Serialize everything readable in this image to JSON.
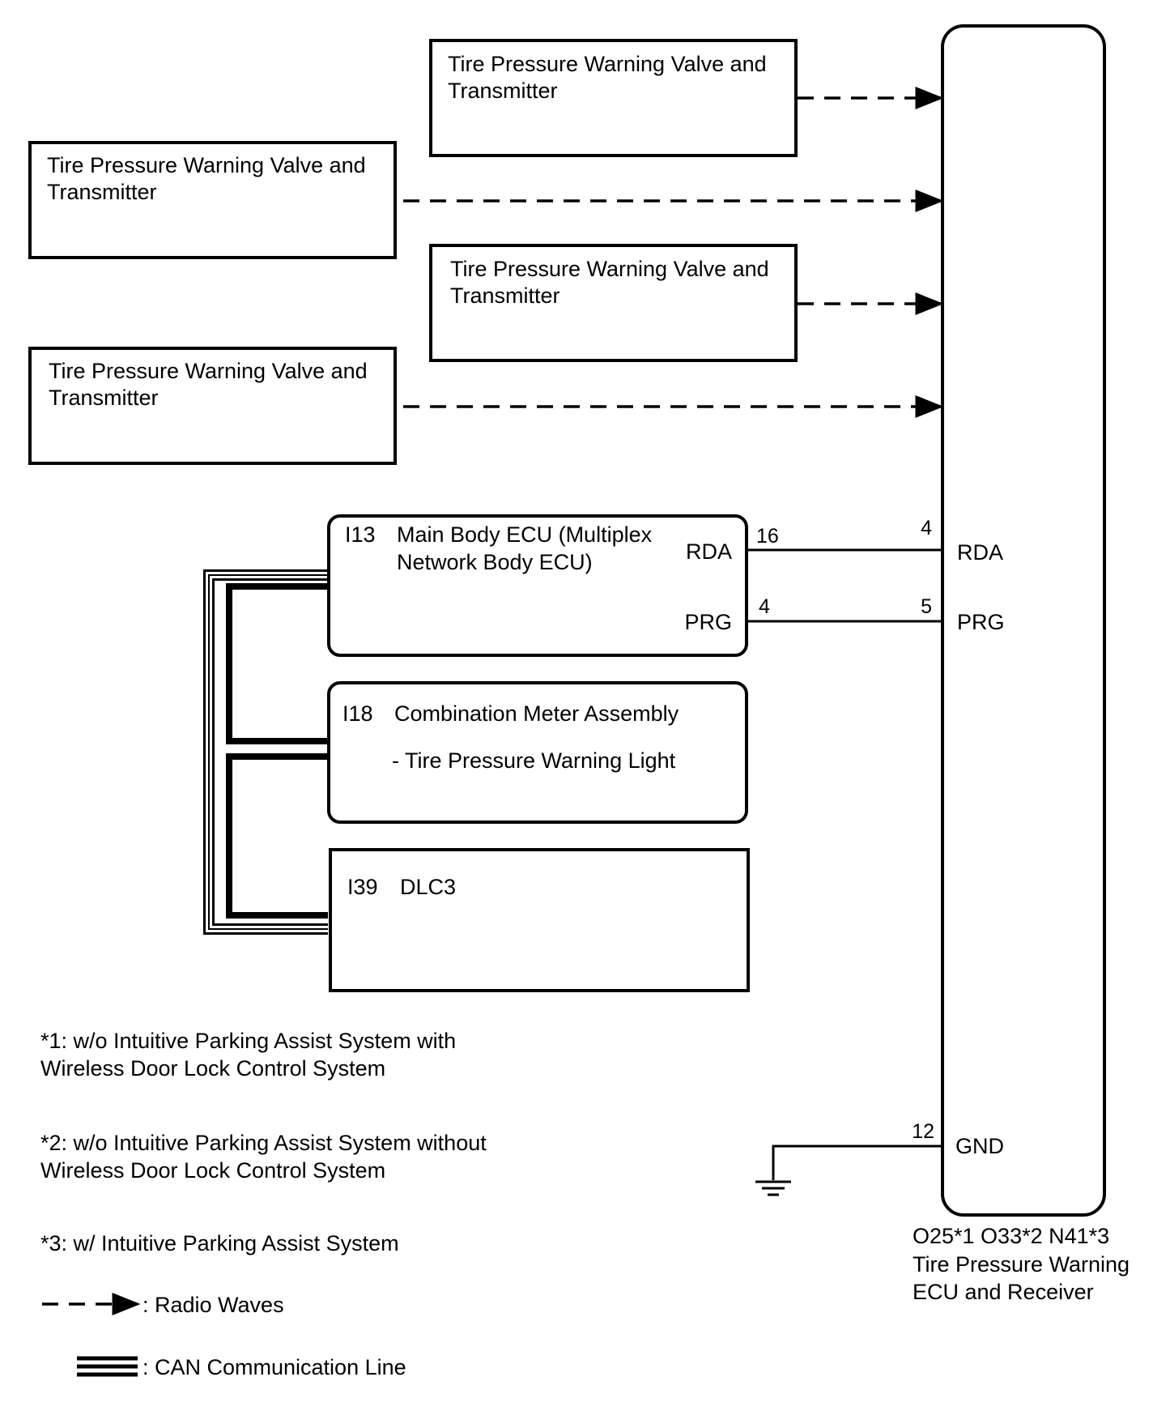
{
  "transmitters": [
    {
      "line1": "Tire Pressure Warning Valve and",
      "line2": "Transmitter"
    },
    {
      "line1": "Tire Pressure Warning Valve and",
      "line2": "Transmitter"
    },
    {
      "line1": "Tire Pressure Warning Valve and",
      "line2": "Transmitter"
    },
    {
      "line1": "Tire Pressure Warning Valve and",
      "line2": "Transmitter"
    }
  ],
  "main_body_ecu": {
    "connector": "I13",
    "name_line1": "Main Body ECU (Multiplex",
    "name_line2": "Network Body ECU)",
    "pins": {
      "rda": {
        "label": "RDA",
        "number": "16"
      },
      "prg": {
        "label": "PRG",
        "number": "4"
      }
    }
  },
  "combination_meter": {
    "connector": "I18",
    "name": "Combination Meter Assembly",
    "sub": "- Tire Pressure Warning Light"
  },
  "dlc3": {
    "connector": "I39",
    "name": "DLC3"
  },
  "receiver": {
    "pins": {
      "rda": {
        "label": "RDA",
        "number": "4"
      },
      "prg": {
        "label": "PRG",
        "number": "5"
      },
      "gnd": {
        "label": "GND",
        "number": "12"
      }
    },
    "caption_line1": "O25*1 O33*2 N41*3",
    "caption_line2": "Tire Pressure Warning",
    "caption_line3": "ECU and Receiver"
  },
  "notes": [
    {
      "line1": "*1: w/o Intuitive Parking Assist System with",
      "line2": "Wireless Door Lock Control System"
    },
    {
      "line1": "*2: w/o Intuitive Parking Assist System without",
      "line2": "Wireless Door Lock Control System"
    },
    {
      "line1": "*3: w/ Intuitive Parking Assist System",
      "line2": ""
    }
  ],
  "legend": {
    "radio": ": Radio Waves",
    "can": ": CAN Communication Line"
  }
}
